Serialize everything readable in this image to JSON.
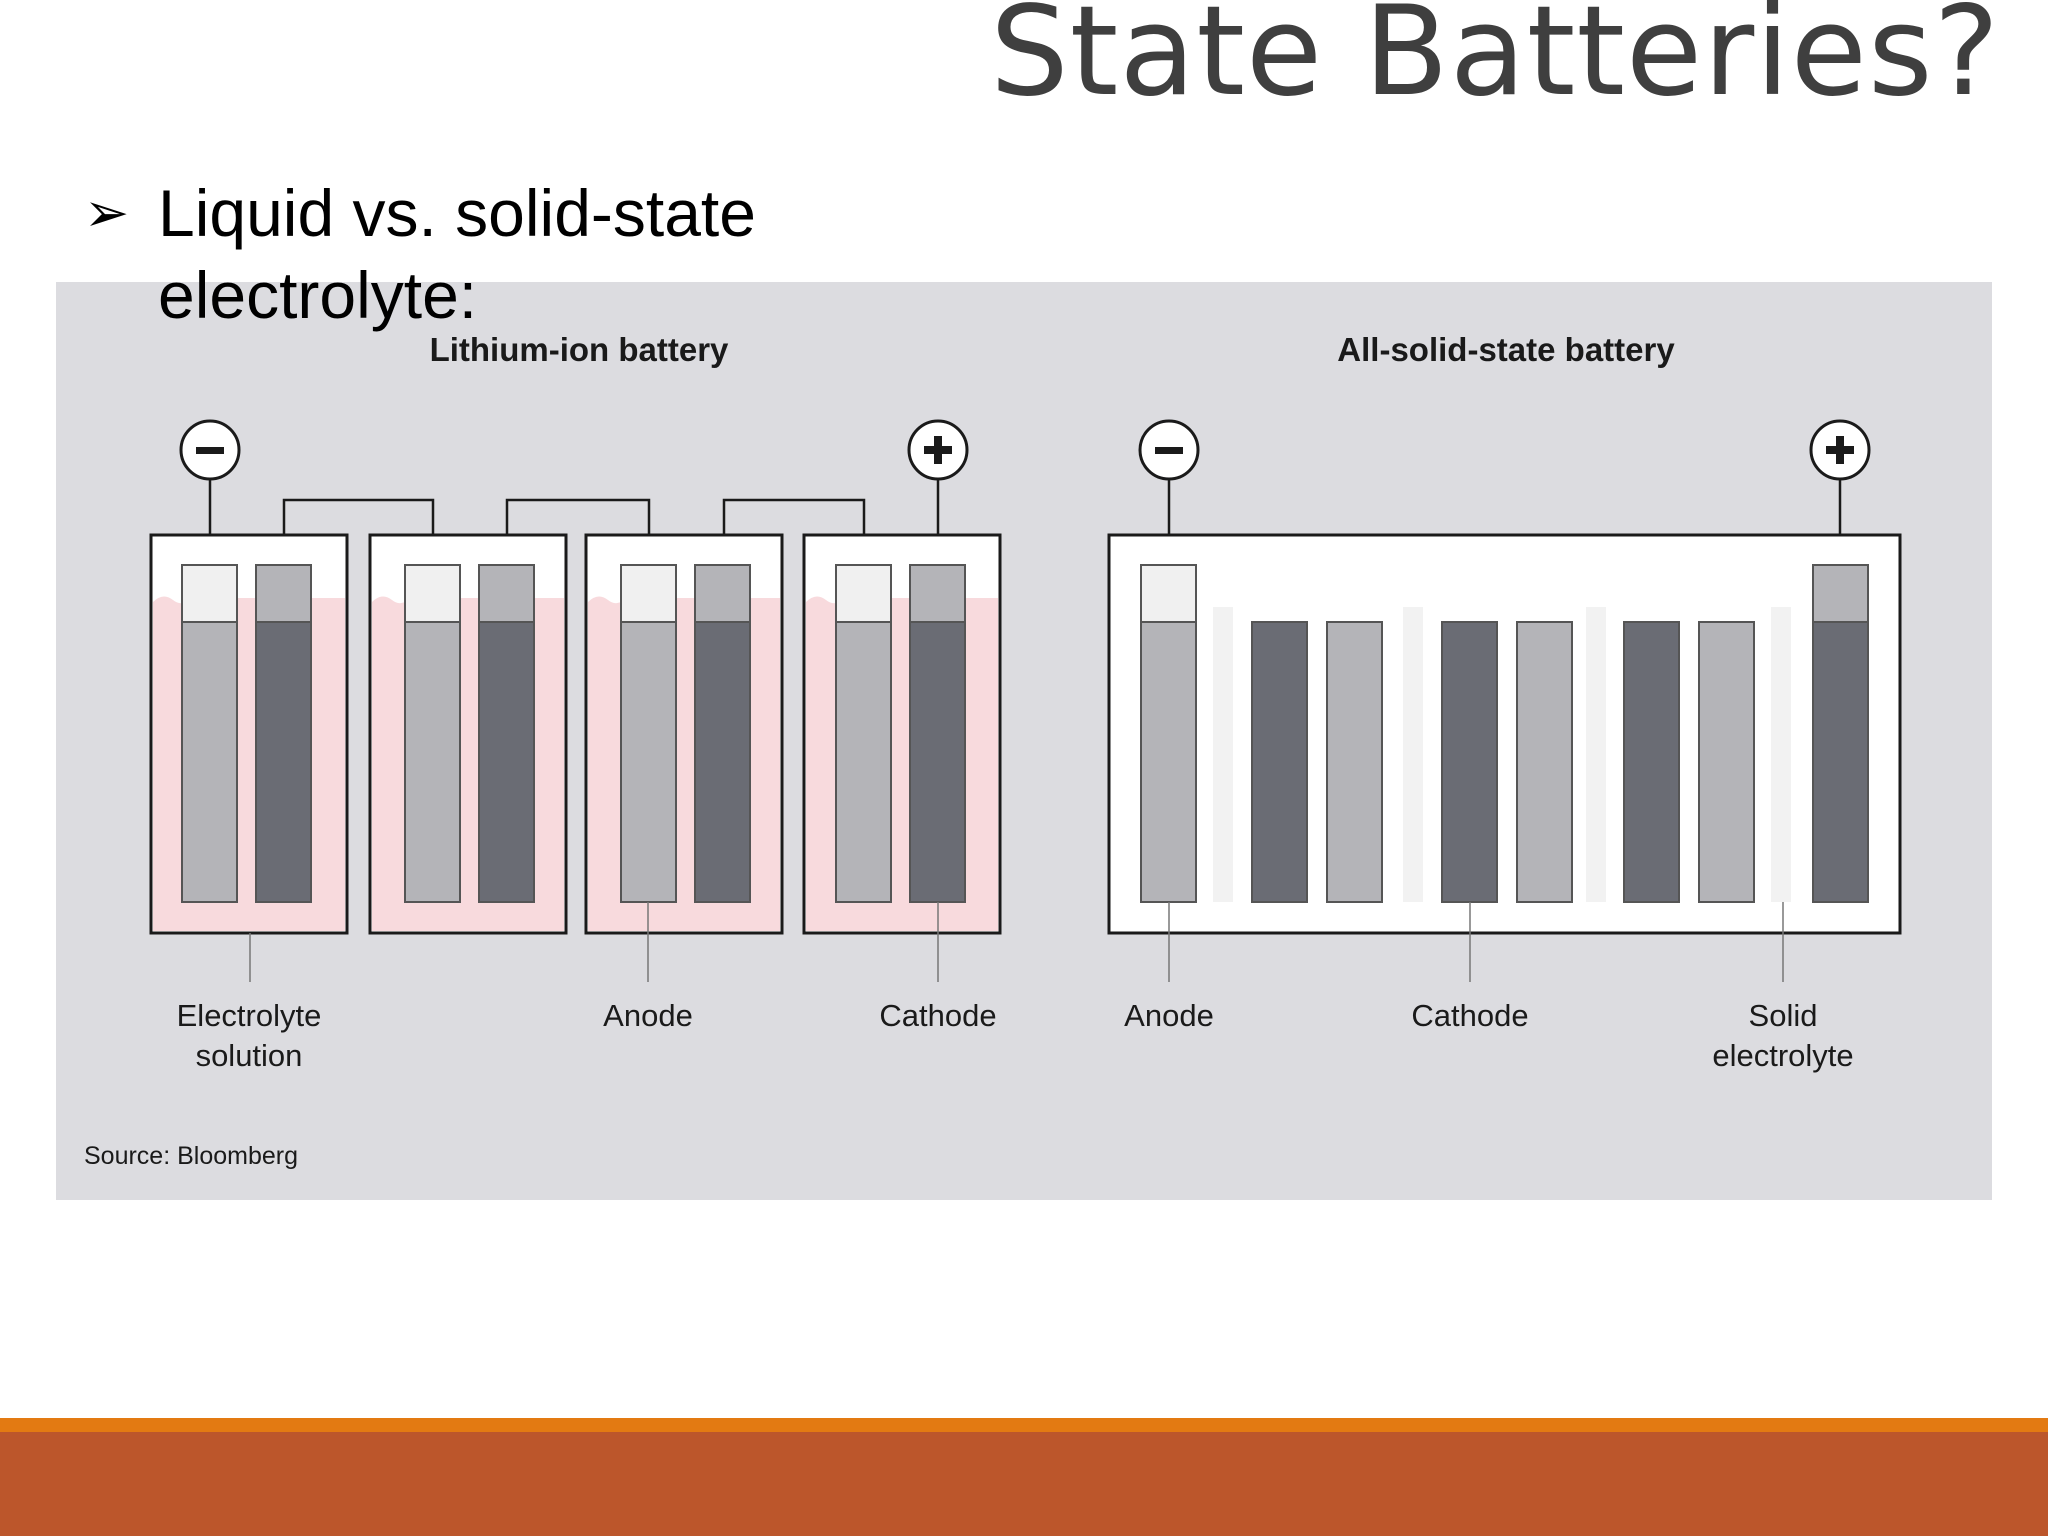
{
  "slide": {
    "title": "State Batteries?",
    "bullet_marker": "➢",
    "bullet_text": "Liquid vs. solid-state electrolyte:"
  },
  "figure": {
    "liquid": {
      "title": "Lithium-ion battery",
      "negative_symbol": "−",
      "positive_symbol": "+",
      "labels": {
        "electrolyte_line1": "Electrolyte",
        "electrolyte_line2": "solution",
        "anode": "Anode",
        "cathode": "Cathode"
      }
    },
    "solid": {
      "title": "All-solid-state battery",
      "negative_symbol": "−",
      "positive_symbol": "+",
      "labels": {
        "anode": "Anode",
        "cathode": "Cathode",
        "solid_line1": "Solid",
        "solid_line2": "electrolyte"
      }
    },
    "source": "Source: Bloomberg"
  },
  "colors": {
    "figure_background": "#dcdce0",
    "anode_fill": "#b4b4b8",
    "cathode_fill": "#6a6c74",
    "anode_tab": "#f0f0f0",
    "cathode_tab": "#b4b4b8",
    "liquid_electrolyte": "#f8dadd",
    "solid_electrolyte": "#f2f2f2",
    "footer_accent": "#e37a12",
    "footer_bar": "#bc562b"
  }
}
